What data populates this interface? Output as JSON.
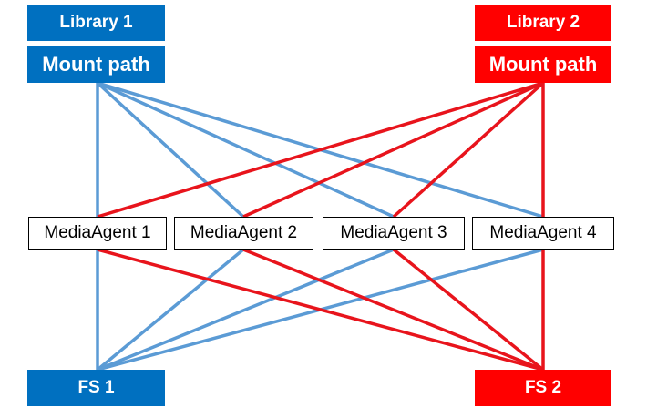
{
  "library1": {
    "title": "Library 1",
    "mount": "Mount path",
    "color": "#0070c0"
  },
  "library2": {
    "title": "Library 2",
    "mount": "Mount path",
    "color": "#ff0000"
  },
  "agents": [
    "MediaAgent 1",
    "MediaAgent 2",
    "MediaAgent 3",
    "MediaAgent 4"
  ],
  "fs1": {
    "label": "FS 1",
    "color": "#0070c0"
  },
  "fs2": {
    "label": "FS 2",
    "color": "#ff0000"
  },
  "link_colors": {
    "blue": "#5b9bd5",
    "red": "#e8141c"
  }
}
